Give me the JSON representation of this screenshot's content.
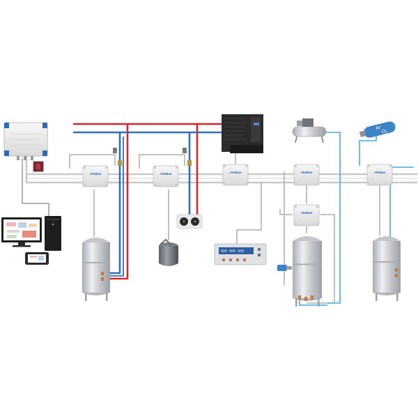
{
  "diagram": {
    "colors": {
      "hot_pipe": "#d9262b",
      "cold_pipe": "#2f6fb7",
      "signal_cable": "#c8c8c8",
      "dark_cable": "#8a8a8a",
      "air_line": "#58b8e0",
      "tank_steel": "#d4d7db",
      "node_box": "#ececec",
      "accent_blue": "#2d6bb5"
    },
    "components": [
      {
        "id": "master-controller",
        "icon": "controller-box-icon"
      },
      {
        "id": "pc-workstation",
        "icon": "computer-icon"
      },
      {
        "id": "smartphone",
        "icon": "phone-icon"
      },
      {
        "id": "chiller-unit",
        "icon": "chiller-icon"
      },
      {
        "id": "air-compressor",
        "icon": "compressor-icon"
      },
      {
        "id": "gas-cylinder",
        "icon": "gas-cylinder-icon"
      },
      {
        "id": "pump",
        "icon": "pump-icon"
      },
      {
        "id": "cooling-fan-unit",
        "icon": "fan-unit-icon"
      },
      {
        "id": "display-panel",
        "icon": "lcd-panel-icon"
      },
      {
        "id": "tank-1",
        "icon": "tank-icon"
      },
      {
        "id": "tank-2",
        "icon": "tank-icon"
      },
      {
        "id": "tank-3",
        "icon": "tank-icon"
      }
    ],
    "node_boxes": [
      {
        "id": "node-1",
        "label": "nimbus"
      },
      {
        "id": "node-2",
        "label": "nimbus"
      },
      {
        "id": "node-3",
        "label": "nimbus"
      },
      {
        "id": "node-4",
        "label": "nimbus"
      },
      {
        "id": "node-5",
        "label": "nimbus"
      },
      {
        "id": "node-6",
        "label": "nimbus"
      }
    ],
    "gas_label_line1": "Ar",
    "gas_label_line2": "O₂",
    "lcd_readout": "888 888 888"
  }
}
